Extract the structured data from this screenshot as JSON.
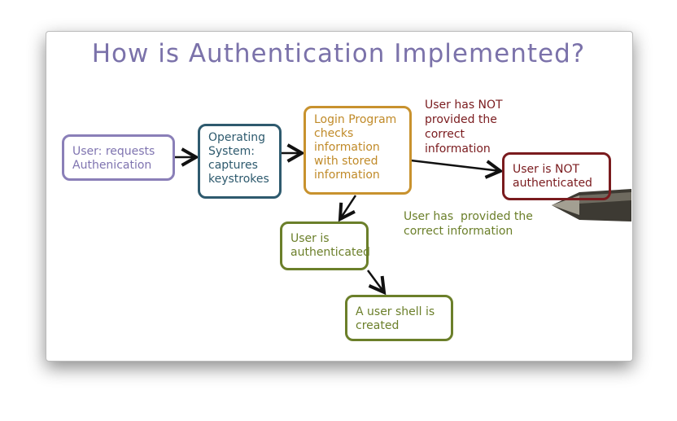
{
  "title": "How is Authentication Implemented?",
  "nodes": {
    "user_request": "User: requests Authenication",
    "os": "Operating System: captures keystrokes",
    "login": "Login Program checks information with stored information",
    "not_authenticated": "User is NOT authenticated",
    "authenticated": "User is authenticated",
    "shell": "A user shell is created"
  },
  "edge_labels": {
    "fail": "User has NOT provided the correct information",
    "success": "User has  provided the correct information"
  },
  "colors": {
    "title": "#7b72aa",
    "user": "#8a7fb8",
    "os": "#2e5a6e",
    "login": "#c8922e",
    "fail": "#7a1b1e",
    "success": "#6b7f2a"
  }
}
